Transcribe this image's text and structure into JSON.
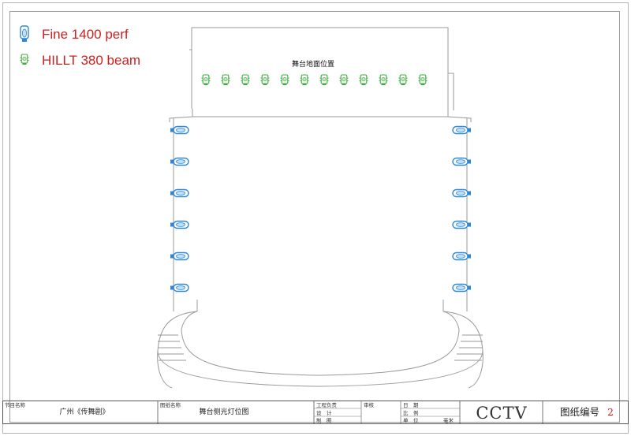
{
  "legend": {
    "items": [
      {
        "label": "Fine 1400 perf",
        "icon": "moving-head-spot-icon",
        "color": "#2f86d6"
      },
      {
        "label": "HILLT 380 beam",
        "icon": "moving-head-beam-icon",
        "color": "#3fae3f"
      }
    ]
  },
  "stage": {
    "floor_label": "舞台地面位置",
    "beam_fixture_count": 12,
    "spot_fixtures_per_side": 6
  },
  "title_block": {
    "program_label": "节目名称",
    "program_value": "广州《传舞剧》",
    "drawing_label": "图纸名称",
    "drawing_value": "舞台侧光灯位图",
    "rows_left": [
      "工程负责",
      "设　计",
      "制　图"
    ],
    "review_label": "审核",
    "rows_right": [
      "日　期",
      "比　例",
      "单　位"
    ],
    "unit_value": "毫米",
    "brand": "CCTV",
    "sheet_no_label": "图纸编号",
    "sheet_no_value": "2"
  },
  "colors": {
    "spot": "#2f86d6",
    "beam": "#3fae3f",
    "accent_red": "#cc1f1f",
    "line": "#8a8a8a"
  }
}
